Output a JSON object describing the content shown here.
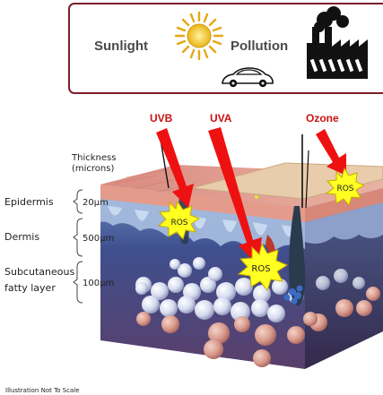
{
  "sources_box": {
    "sunlight_label": "Sunlight",
    "pollution_label": "Pollution",
    "sun_icon": "sun-icon",
    "car_icon": "car-icon",
    "factory_icon": "factory-icon",
    "border_color": "#7b1e2a"
  },
  "radiation": {
    "uvb_label": "UVB",
    "uva_label": "UVA",
    "ozone_label": "Ozone",
    "label_color": "#cc1111",
    "arrow_color": "#ee1111"
  },
  "ros_bursts": [
    {
      "label": "ROS"
    },
    {
      "label": "ROS"
    },
    {
      "label": "ROS"
    }
  ],
  "ros_fill": "#ffff22",
  "thickness_header": "Thickness\n(microns)",
  "layers": [
    {
      "name": "Epidermis",
      "thickness": "20µm"
    },
    {
      "name": "Dermis",
      "thickness": "500µm"
    },
    {
      "name": "Subcutaneous\nfatty layer",
      "thickness": "100µm"
    }
  ],
  "footnote": "Illustration Not To Scale"
}
